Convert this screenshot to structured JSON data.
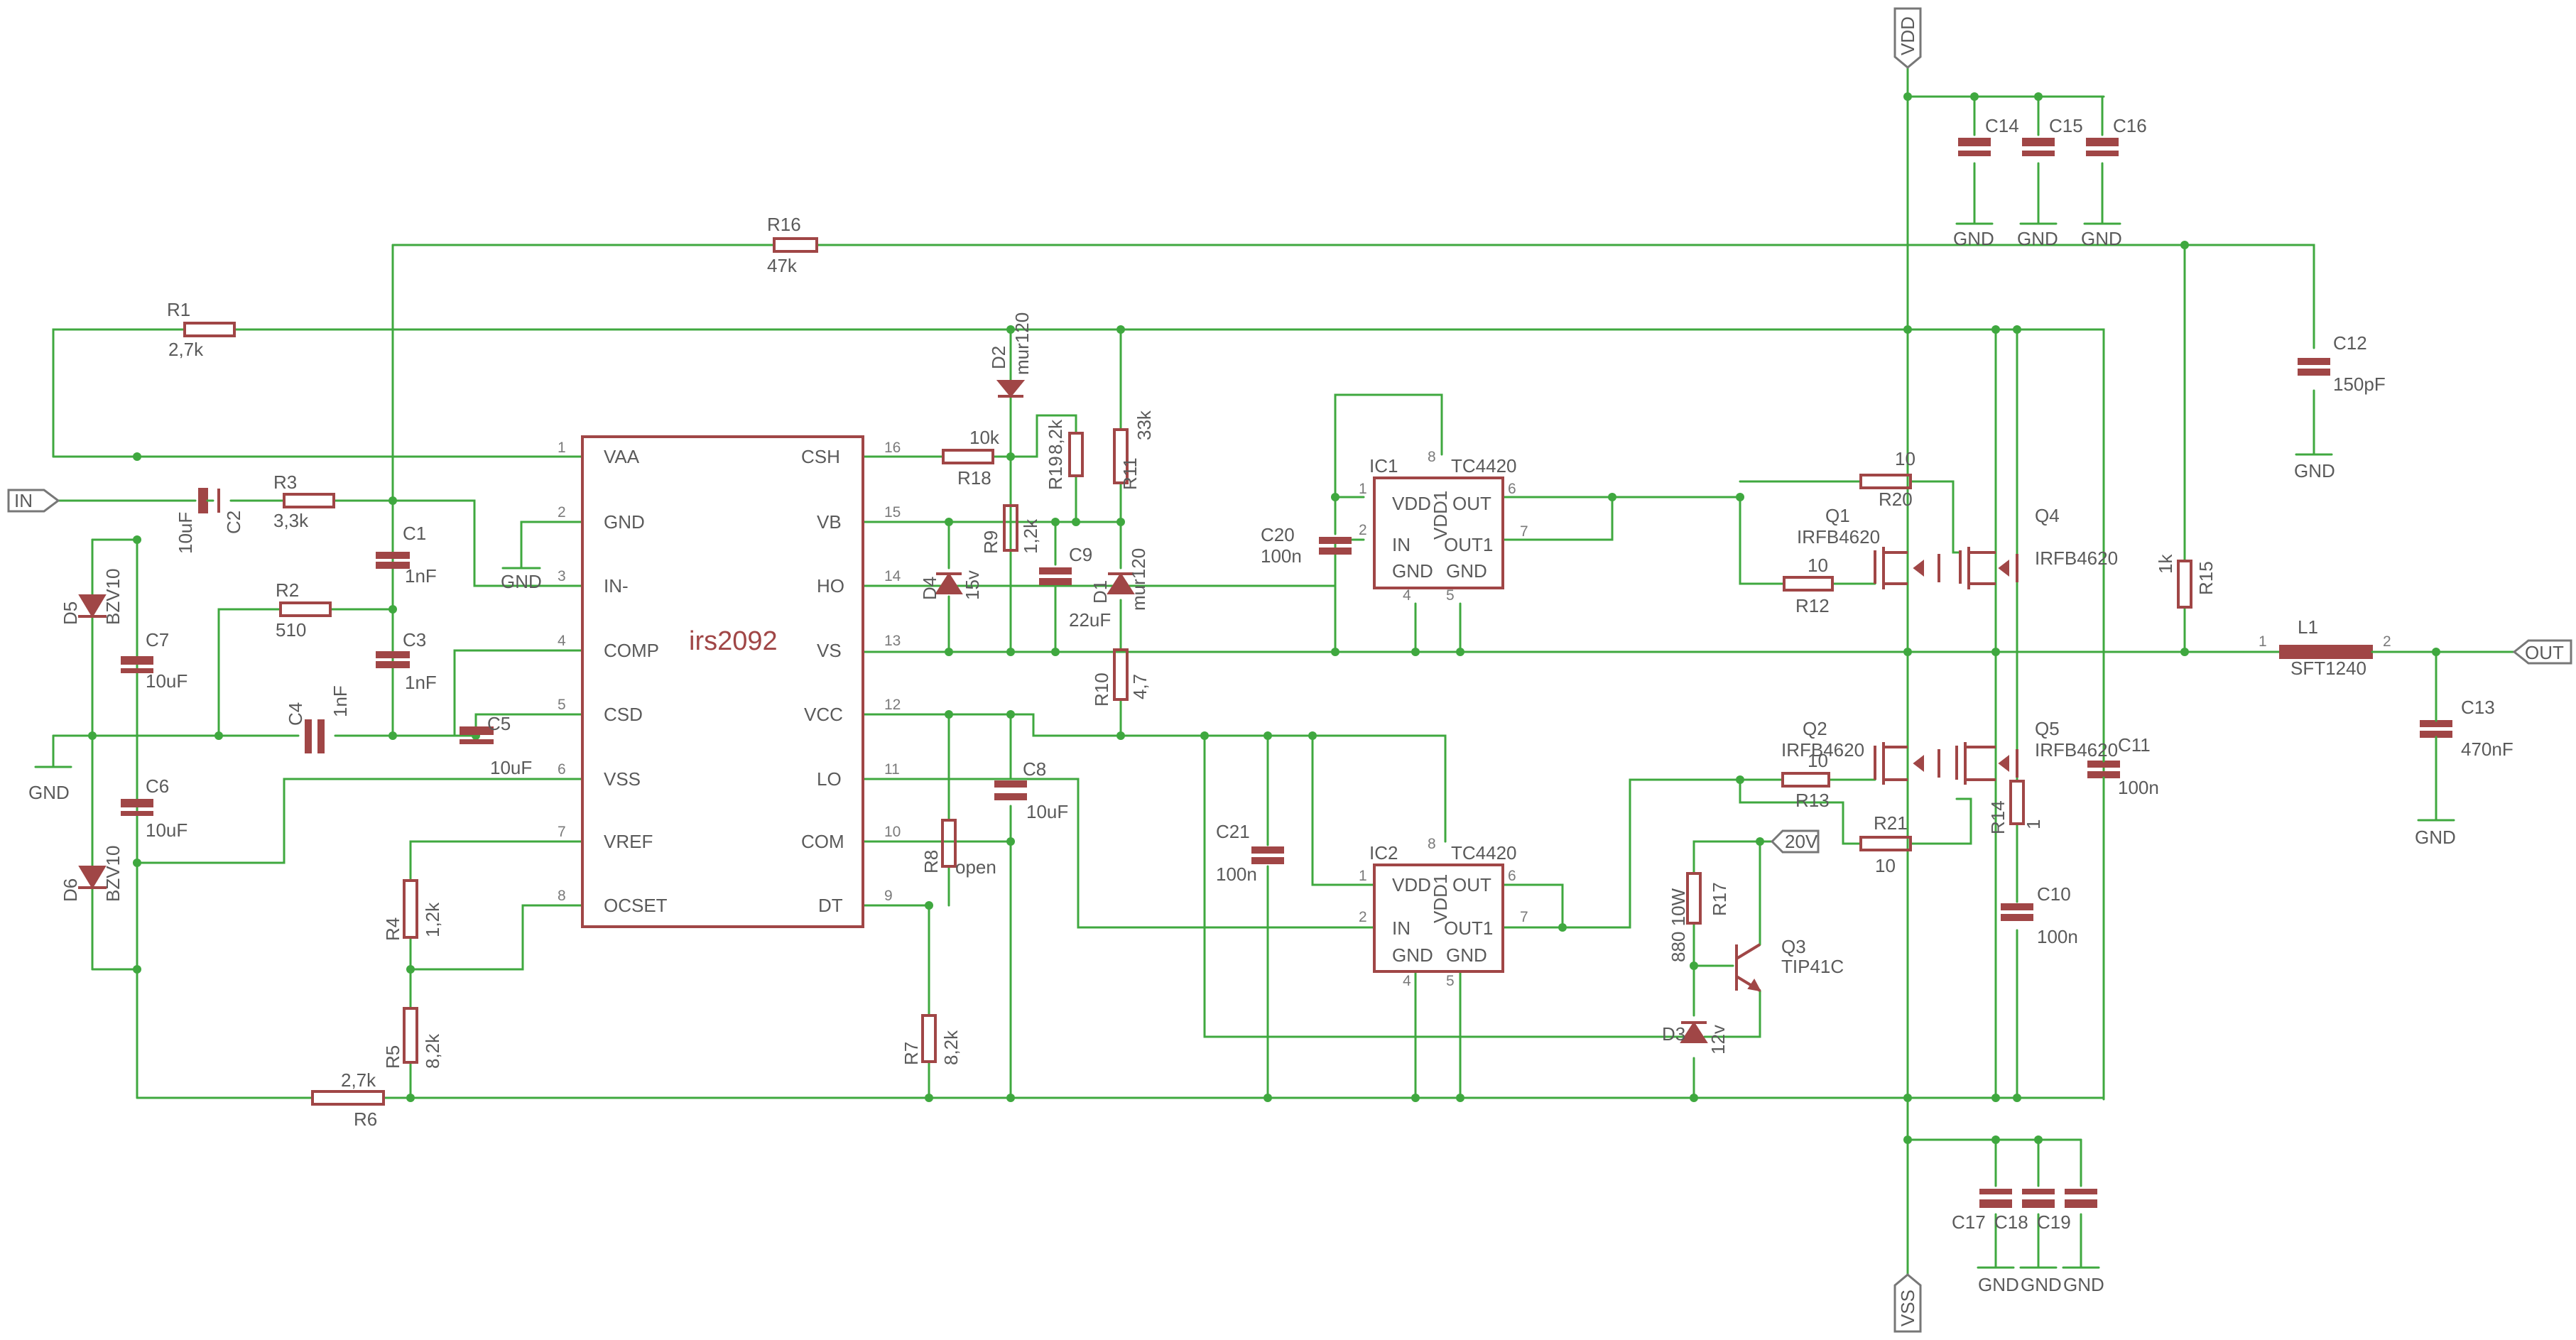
{
  "colors": {
    "wire": "#3fa83f",
    "component": "#a04646",
    "label": "#5a5a5a",
    "background": "#ffffff"
  },
  "ports": {
    "in": "IN",
    "out": "OUT",
    "vdd": "VDD",
    "vss": "VSS",
    "v20": "20V"
  },
  "chip": {
    "name": "irs2092",
    "left_pins": [
      {
        "num": "1",
        "name": "VAA"
      },
      {
        "num": "2",
        "name": "GND"
      },
      {
        "num": "3",
        "name": "IN-"
      },
      {
        "num": "4",
        "name": "COMP"
      },
      {
        "num": "5",
        "name": "CSD"
      },
      {
        "num": "6",
        "name": "VSS"
      },
      {
        "num": "7",
        "name": "VREF"
      },
      {
        "num": "8",
        "name": "OCSET"
      }
    ],
    "right_pins": [
      {
        "num": "16",
        "name": "CSH"
      },
      {
        "num": "15",
        "name": "VB"
      },
      {
        "num": "14",
        "name": "HO"
      },
      {
        "num": "13",
        "name": "VS"
      },
      {
        "num": "12",
        "name": "VCC"
      },
      {
        "num": "11",
        "name": "LO"
      },
      {
        "num": "10",
        "name": "COM"
      },
      {
        "num": "9",
        "name": "DT"
      }
    ]
  },
  "drivers": [
    {
      "ref": "IC1",
      "part": "TC4420",
      "vdd": "VDD",
      "out": "OUT",
      "vdd1": "VDD1",
      "in": "IN",
      "out1": "OUT1",
      "gnd": "GND",
      "pins": {
        "p1": "1",
        "p2": "2",
        "p4": "4",
        "p5": "5",
        "p6": "6",
        "p7": "7",
        "p8": "8"
      }
    },
    {
      "ref": "IC2",
      "part": "TC4420",
      "vdd": "VDD",
      "out": "OUT",
      "vdd1": "VDD1",
      "in": "IN",
      "out1": "OUT1",
      "gnd": "GND",
      "pins": {
        "p1": "1",
        "p2": "2",
        "p4": "4",
        "p5": "5",
        "p6": "6",
        "p7": "7",
        "p8": "8"
      }
    }
  ],
  "labels": {
    "r1": "R1",
    "r1v": "2,7k",
    "r16": "R16",
    "r16v": "47k",
    "r3": "R3",
    "r3v": "3,3k",
    "c2": "C2",
    "c2v": "10uF",
    "r2": "R2",
    "r2v": "510",
    "c1": "C1",
    "c1v": "1nF",
    "c3": "C3",
    "c3v": "1nF",
    "c4": "C4",
    "c4v": "1nF",
    "c5": "C5",
    "c5v": "10uF",
    "c7": "C7",
    "c7v": "10uF",
    "c6": "C6",
    "c6v": "10uF",
    "d5": "D5",
    "d5v": "BZV10",
    "d6": "D6",
    "d6v": "BZV10",
    "r4": "R4",
    "r4v": "1,2k",
    "r5": "R5",
    "r5v": "8,2k",
    "r6": "R6",
    "r6v": "2,7k",
    "r7": "R7",
    "r7v": "8,2k",
    "r8": "R8",
    "r8v": "open",
    "c8": "C8",
    "c8v": "10uF",
    "r18": "R18",
    "r18v": "10k",
    "r9": "R9",
    "r9v": "1,2k",
    "r19": "R19",
    "r19v": "8,2k",
    "d4": "D4",
    "d4v": "15v",
    "c9": "C9",
    "c9v": "22uF",
    "d2": "D2",
    "d2v": "mur120",
    "d1": "D1",
    "d1v": "mur120",
    "r11": "R11",
    "r11v": "33k",
    "r10": "R10",
    "r10v": "4,7",
    "c20": "C20",
    "c20v": "100n",
    "c21": "C21",
    "c21v": "100n",
    "r20": "R20",
    "r20v": "10",
    "r12": "R12",
    "r12v": "10",
    "r13": "R13",
    "r13v": "10",
    "r21": "R21",
    "r21v": "10",
    "q1": "Q1",
    "q1v": "IRFB4620",
    "q2": "Q2",
    "q2v": "IRFB4620",
    "q4": "Q4",
    "q4v": "IRFB4620",
    "q5": "Q5",
    "q5v": "IRFB4620",
    "q3": "Q3",
    "q3v": "TIP41C",
    "r17": "R17",
    "r17v": "880 10W",
    "d3": "D3",
    "d3v": "12v",
    "r14": "R14",
    "r14v": "1",
    "c10": "C10",
    "c10v": "100n",
    "c11": "C11",
    "c11v": "100n",
    "r15": "R15",
    "r15v": "1k",
    "c12": "C12",
    "c12v": "150pF",
    "c13": "C13",
    "c13v": "470nF",
    "l1": "L1",
    "l1v": "SFT1240",
    "l1p1": "1",
    "l1p2": "2",
    "c14": "C14",
    "c15": "C15",
    "c16": "C16",
    "c17": "C17",
    "c18": "C18",
    "c19": "C19",
    "gnd": "GND"
  }
}
